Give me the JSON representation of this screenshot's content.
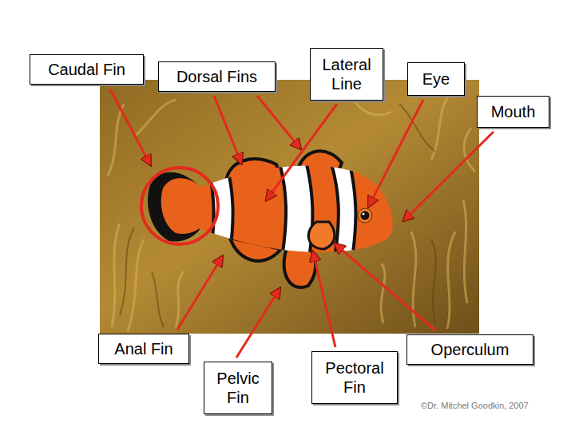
{
  "diagram": {
    "nodes": [
      {
        "text": [
          "Caudal Fin"
        ]
      },
      {
        "text": [
          "Dorsal Fins"
        ]
      },
      {
        "text": [
          "Lateral Line"
        ]
      },
      {
        "text": [
          "Eye"
        ]
      },
      {
        "text": [
          "Mouth"
        ]
      },
      {
        "text": [
          "Anal Fin"
        ]
      },
      {
        "text": [
          "Pelvic Fin"
        ]
      },
      {
        "text": [
          "Pectoral Fin"
        ]
      },
      {
        "text": [
          "Operculum"
        ]
      }
    ],
    "labels": [
      "©Dr. Mitchel Goodkin, 2007"
    ]
  }
}
